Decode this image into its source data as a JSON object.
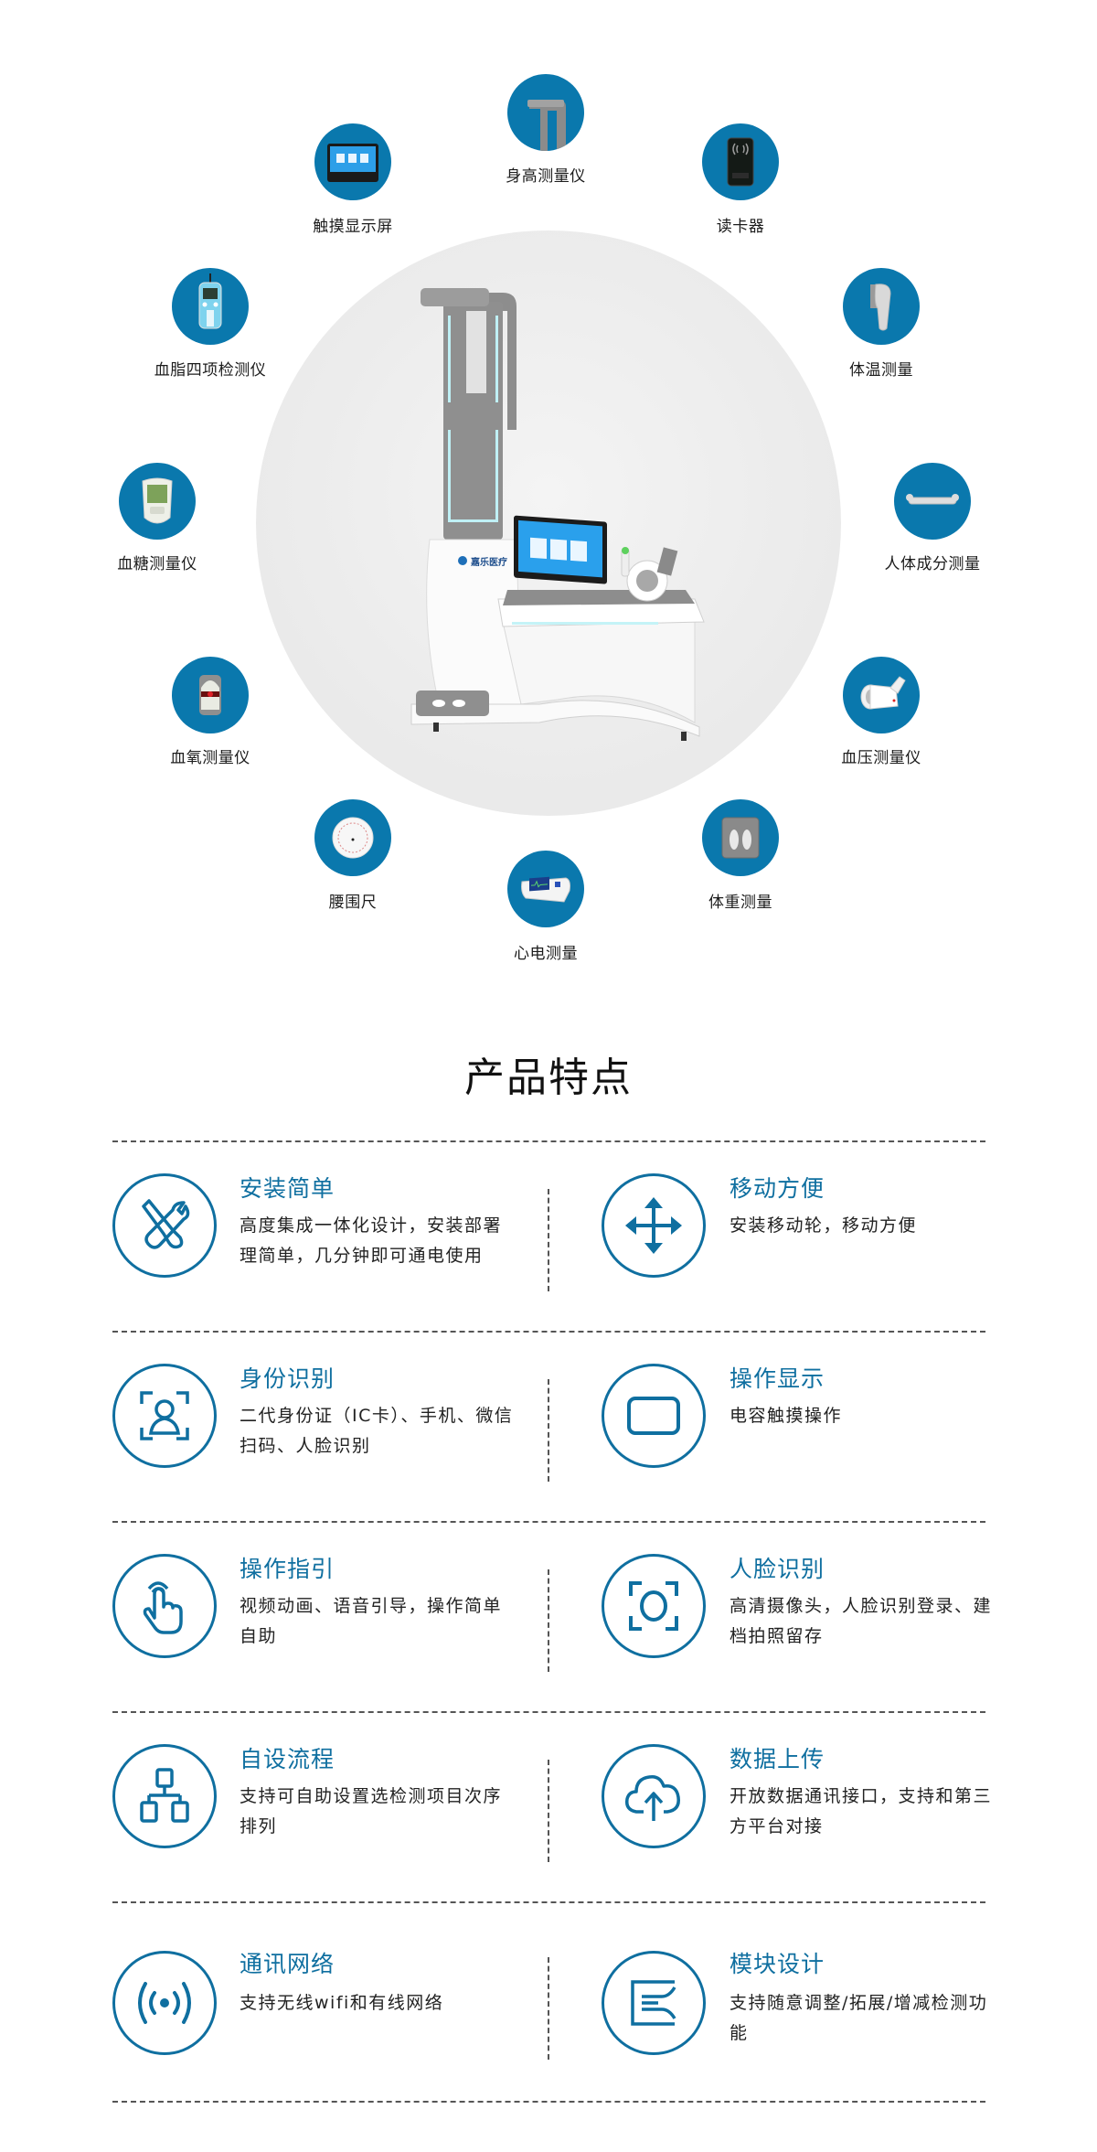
{
  "colors": {
    "accent": "#0a78ad",
    "feature_blue": "#0f6fa0",
    "hub_gray": "#e8e8e8"
  },
  "devices": [
    {
      "label": "身高测量仪",
      "icon": "height-rod-icon"
    },
    {
      "label": "触摸显示屏",
      "icon": "touchscreen-icon"
    },
    {
      "label": "读卡器",
      "icon": "card-reader-icon"
    },
    {
      "label": "血脂四项检测仪",
      "icon": "lipid-analyzer-icon"
    },
    {
      "label": "体温测量",
      "icon": "thermometer-icon"
    },
    {
      "label": "血糖测量仪",
      "icon": "glucose-meter-icon"
    },
    {
      "label": "人体成分测量",
      "icon": "body-composition-handle-icon"
    },
    {
      "label": "血氧测量仪",
      "icon": "oximeter-icon"
    },
    {
      "label": "血压测量仪",
      "icon": "blood-pressure-cuff-icon"
    },
    {
      "label": "腰围尺",
      "icon": "waist-tape-icon"
    },
    {
      "label": "体重测量",
      "icon": "weight-scale-icon"
    },
    {
      "label": "心电测量",
      "icon": "ecg-monitor-icon"
    }
  ],
  "machine": {
    "brand": "嘉乐医疗"
  },
  "features_section": {
    "title": "产品特点",
    "items": [
      {
        "title": "安装简单",
        "body": "高度集成一体化设计，安装部署理简单，几分钟即可通电使用",
        "icon": "tools-icon"
      },
      {
        "title": "移动方便",
        "body": "安装移动轮，移动方便",
        "icon": "move-arrows-icon"
      },
      {
        "title": "身份识别",
        "body": "二代身份证（IC卡）、手机、微信扫码、人脸识别",
        "icon": "id-person-frame-icon"
      },
      {
        "title": "操作显示",
        "body": "电容触摸操作",
        "icon": "screen-icon"
      },
      {
        "title": "操作指引",
        "body": "视频动画、语音引导，操作简单自助",
        "icon": "tap-hand-icon"
      },
      {
        "title": "人脸识别",
        "body": "高清摄像头，人脸识别登录、建档拍照留存",
        "icon": "face-scan-icon"
      },
      {
        "title": "自设流程",
        "body": "支持可自助设置选检测项目次序排列",
        "icon": "flowchart-icon"
      },
      {
        "title": "数据上传",
        "body": "开放数据通讯接口，支持和第三方平台对接",
        "icon": "cloud-upload-icon"
      },
      {
        "title": "通讯网络",
        "body": "支持无线wifi和有线网络",
        "icon": "wireless-signal-icon"
      },
      {
        "title": "模块设计",
        "body": "支持随意调整/拓展/增减检测功能",
        "icon": "module-icon"
      }
    ]
  }
}
